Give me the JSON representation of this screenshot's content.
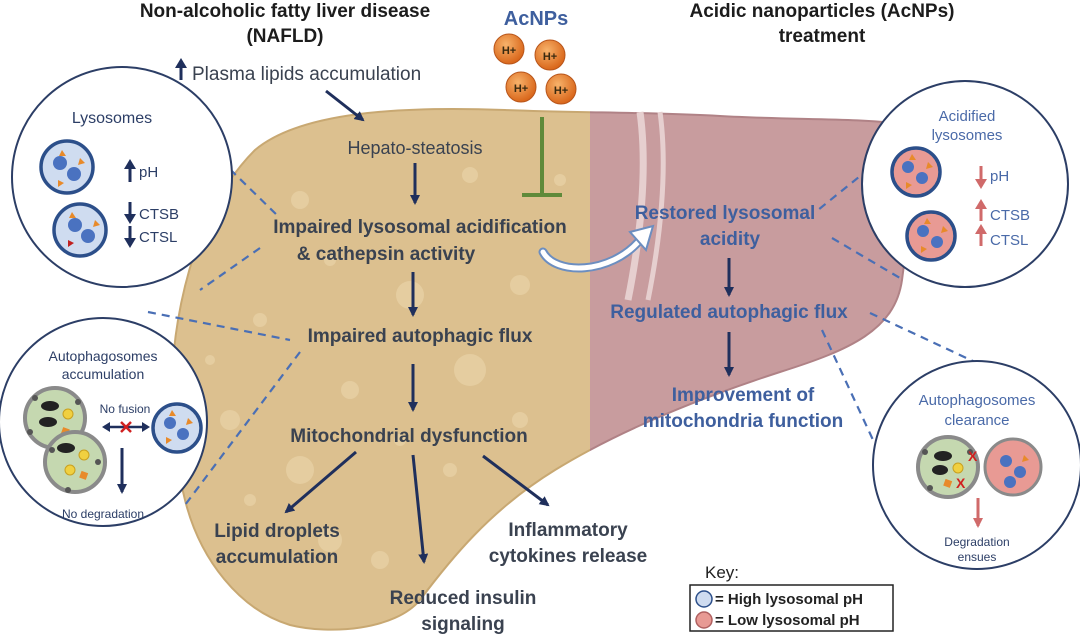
{
  "titles": {
    "nafld_line1": "Non-alcoholic fatty liver disease",
    "nafld_line2": "(NAFLD)",
    "acnps_label": "AcNPs",
    "treatment_line1": "Acidic nanoparticles (AcNPs)",
    "treatment_line2": "treatment"
  },
  "nanoparticle_label": "H+",
  "left_flow": {
    "plasma": "Plasma lipids accumulation",
    "steatosis": "Hepato-steatosis",
    "impaired_acid_line1": "Impaired lysosomal acidification",
    "impaired_acid_line2": "& cathepsin activity",
    "impaired_flux": "Impaired autophagic flux",
    "mito": "Mitochondrial dysfunction",
    "lipid_line1": "Lipid droplets",
    "lipid_line2": "accumulation",
    "inflam_line1": "Inflammatory",
    "inflam_line2": "cytokines release",
    "insulin_line1": "Reduced insulin",
    "insulin_line2": "signaling"
  },
  "right_flow": {
    "restored_line1": "Restored lysosomal",
    "restored_line2": "acidity",
    "regulated": "Regulated autophagic flux",
    "improve_line1": "Improvement of",
    "improve_line2": "mitochondria function"
  },
  "lyso_left": {
    "title": "Lysosomes",
    "ph": "pH",
    "ctsb": "CTSB",
    "ctsl": "CTSL"
  },
  "lyso_right": {
    "title_line1": "Acidified",
    "title_line2": "lysosomes",
    "ph": "pH",
    "ctsb": "CTSB",
    "ctsl": "CTSL"
  },
  "auto_left": {
    "title_line1": "Autophagosomes",
    "title_line2": "accumulation",
    "no_fusion": "No fusion",
    "no_degradation": "No degradation"
  },
  "auto_right": {
    "title_line1": "Autophagosomes",
    "title_line2": "clearance",
    "degradation_line1": "Degradation",
    "degradation_line2": "ensues"
  },
  "key": {
    "title": "Key:",
    "high": "= High lysosomal pH",
    "low": "= Low lysosomal pH"
  },
  "colors": {
    "liver_left": "#dcc08f",
    "liver_right": "#c89c9e",
    "navy_arrow": "#1f2f5c",
    "inhibit": "#5f8a3a",
    "nanoparticle": "#e07a20",
    "high_ph_fill": "#cfdcf0",
    "low_ph_fill": "#e89a94",
    "dash": "#4a6fb5"
  },
  "icons": [
    "up-arrow-icon",
    "down-arrow-icon",
    "inhibition-bar-icon",
    "no-fusion-cross-icon"
  ]
}
